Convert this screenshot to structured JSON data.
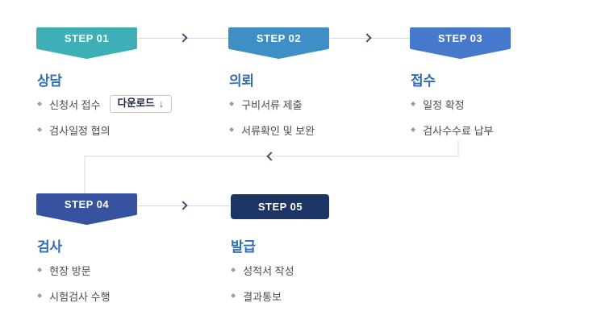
{
  "steps": [
    {
      "label": "STEP 01",
      "title": "상담",
      "color": "#3eaeb7",
      "items": [
        {
          "text": "신청서 접수",
          "button": "다운로드"
        },
        {
          "text": "검사일정 협의"
        }
      ]
    },
    {
      "label": "STEP 02",
      "title": "의뢰",
      "color": "#3f8fc7",
      "items": [
        {
          "text": "구비서류 제출"
        },
        {
          "text": "서류확인 및 보완"
        }
      ]
    },
    {
      "label": "STEP 03",
      "title": "접수",
      "color": "#4678cc",
      "items": [
        {
          "text": "일정 확정"
        },
        {
          "text": "검사수수료 납부"
        }
      ]
    },
    {
      "label": "STEP 04",
      "title": "검사",
      "color": "#37529f",
      "items": [
        {
          "text": "현장 방문"
        },
        {
          "text": "시험검사 수행"
        }
      ]
    },
    {
      "label": "STEP 05",
      "title": "발급",
      "color": "#1d3564",
      "items": [
        {
          "text": "성적서 작성"
        },
        {
          "text": "결과통보"
        }
      ]
    }
  ],
  "icons": {
    "download_arrow": "↓",
    "diamond_bullet": "◆"
  },
  "colors": {
    "title_text": "#2f6eb5",
    "bullet_text": "#4c4c4c",
    "row_connector_line": "#d9d9d9",
    "elbow_connector_line": "#ececec",
    "arrow_chevron": "#3f4f6d",
    "download_arrow": "#2e6fd0"
  }
}
